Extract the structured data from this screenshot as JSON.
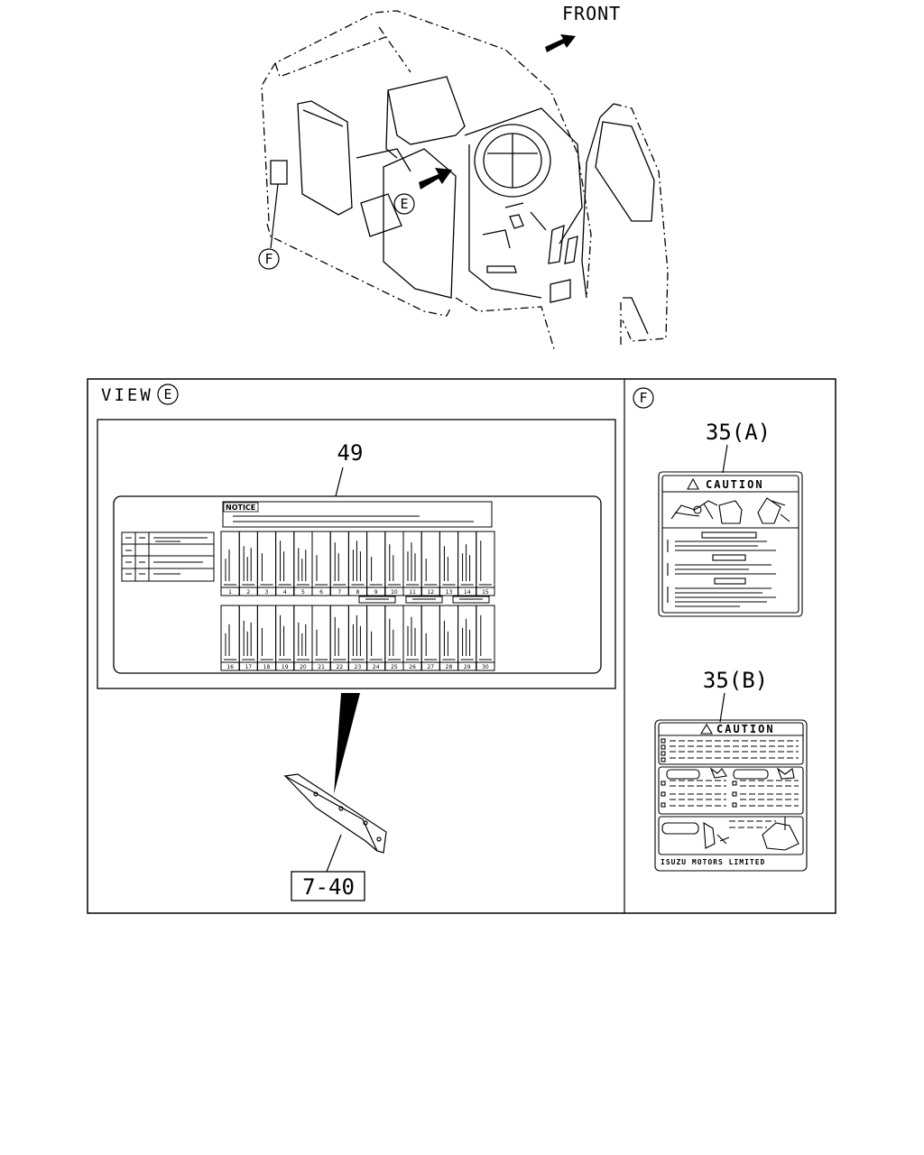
{
  "labels": {
    "front": "FRONT",
    "view_prefix": "VIEW",
    "view_letter": "E",
    "callout_e": "E",
    "callout_f": "F",
    "panel_f_letter": "F"
  },
  "parts": {
    "p49": "49",
    "p35a": "35(A)",
    "p35b": "35(B)",
    "p740": "7-40"
  },
  "fuse_label": {
    "notice_title": "NOTICE",
    "top_row_numbers": [
      "1",
      "2",
      "3",
      "4",
      "5",
      "6",
      "7",
      "8",
      "9",
      "10",
      "11",
      "12",
      "13",
      "14",
      "15"
    ],
    "bottom_row_numbers": [
      "16",
      "17",
      "18",
      "19",
      "20",
      "21",
      "22",
      "23",
      "24",
      "25",
      "26",
      "27",
      "28",
      "29",
      "30"
    ]
  },
  "caution_a": {
    "heading": "CAUTION"
  },
  "caution_b": {
    "heading": "CAUTION",
    "maker": "ISUZU MOTORS LIMITED"
  },
  "colors": {
    "line": "#000000",
    "background": "#ffffff"
  }
}
